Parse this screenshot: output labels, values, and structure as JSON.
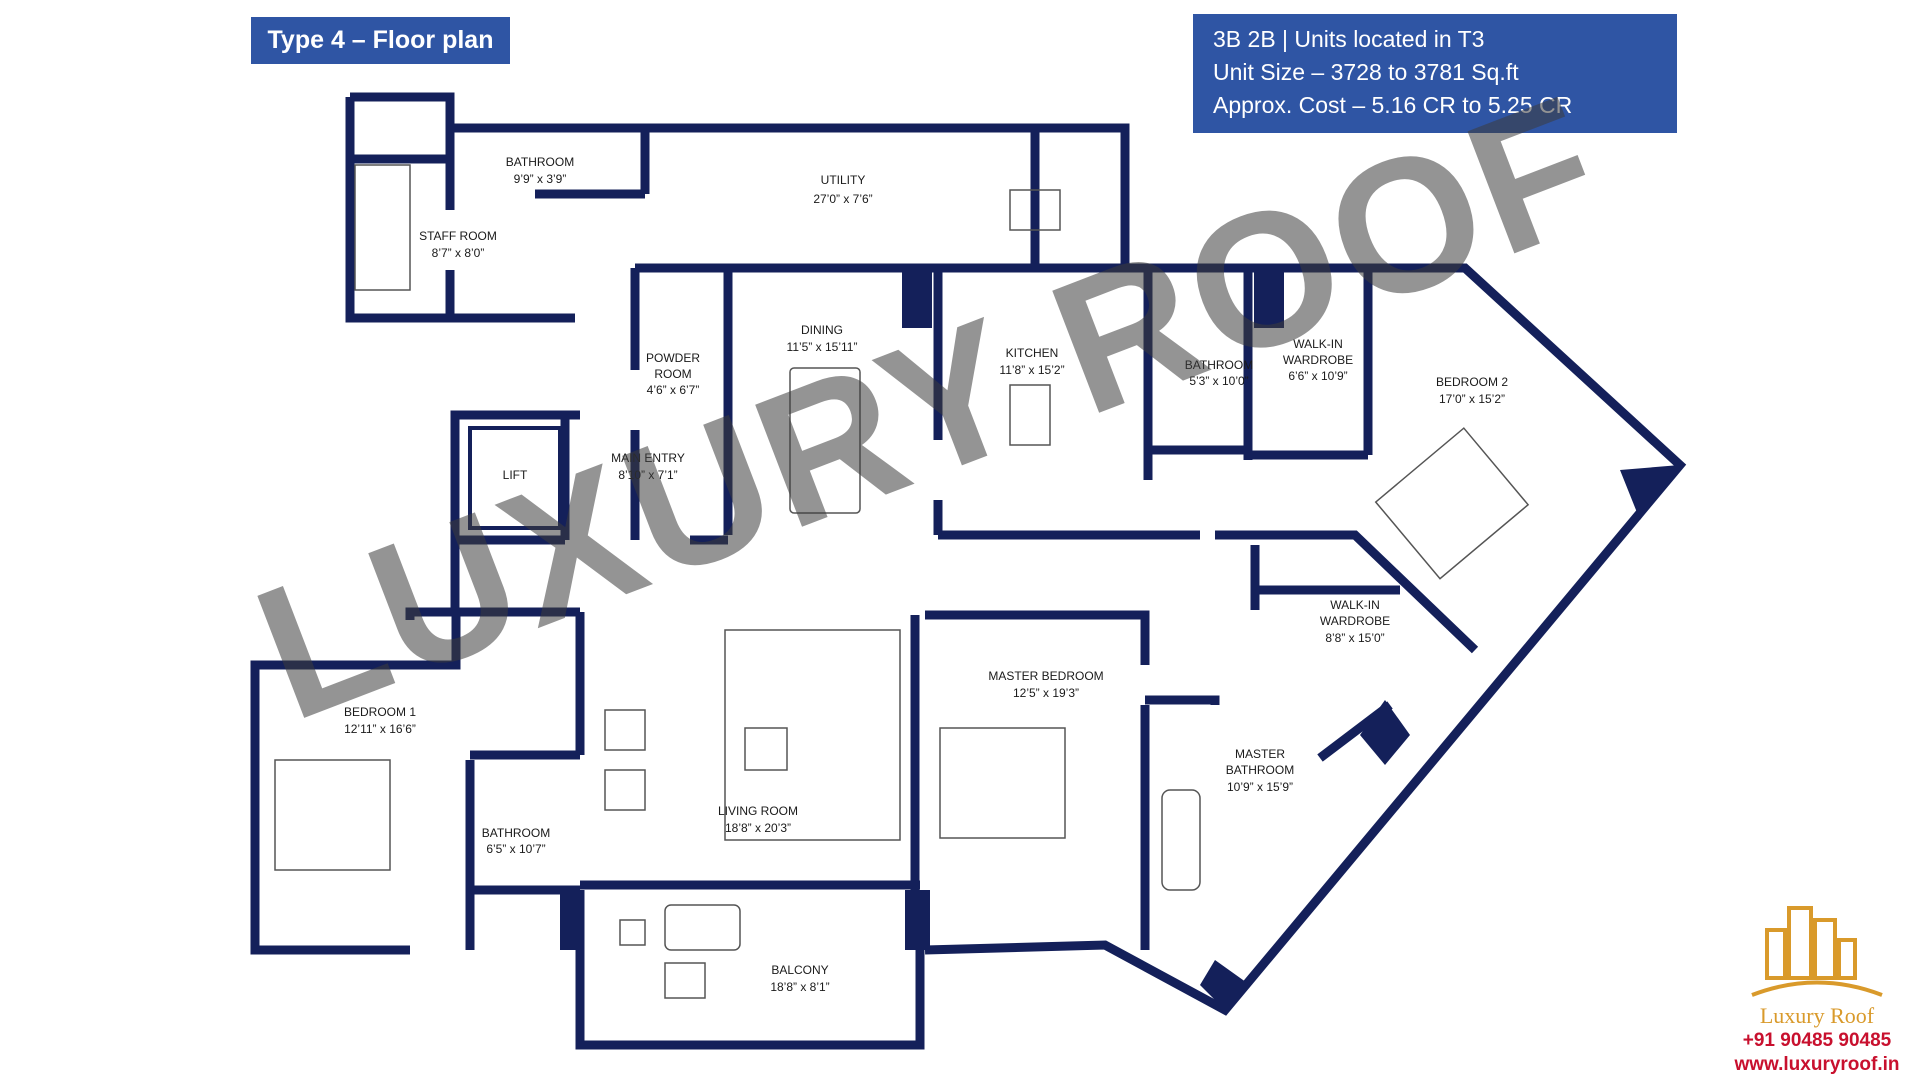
{
  "header": {
    "title": "Type 4 – Floor plan",
    "info_line1": "3B 2B |  Units located in T3",
    "info_line2": "Unit Size – 3728 to 3781 Sq.ft",
    "info_line3": "Approx. Cost – 5.16 CR to 5.25 CR"
  },
  "rooms": {
    "bathroom_staff": {
      "name": "BATHROOM",
      "size": "9’9” x 3’9”"
    },
    "utility": {
      "name": "UTILITY",
      "size": "27’0” x 7’6”"
    },
    "staff_room": {
      "name": "STAFF ROOM",
      "size": "8’7” x 8’0”"
    },
    "dining": {
      "name": "DINING",
      "size": "11’5” x 15’11”"
    },
    "kitchen": {
      "name": "KITCHEN",
      "size": "11’8” x 15’2”"
    },
    "powder_room": {
      "name1": "POWDER",
      "name2": "ROOM",
      "size": "4’6” x 6’7”"
    },
    "bathroom_2": {
      "name": "BATHROOM",
      "size": "5’3” x 10’0”"
    },
    "walkin_wardrobe_2": {
      "name1": "WALK-IN",
      "name2": "WARDROBE",
      "size": "6’6” x 10’9”"
    },
    "bedroom_2": {
      "name": "BEDROOM 2",
      "size": "17’0” x 15’2”"
    },
    "lift": {
      "name": "LIFT"
    },
    "main_entry": {
      "name": "MAIN ENTRY",
      "size": "8’10” x 7’1”"
    },
    "walkin_wardrobe_master": {
      "name1": "WALK-IN",
      "name2": "WARDROBE",
      "size": "8’8” x 15’0”"
    },
    "bedroom_1": {
      "name": "BEDROOM 1",
      "size": "12’11” x 16’6”"
    },
    "master_bedroom": {
      "name": "MASTER BEDROOM",
      "size": "12’5” x 19’3”"
    },
    "living_room": {
      "name": "LIVING ROOM",
      "size": "18’8” x 20’3”"
    },
    "master_bathroom": {
      "name1": "MASTER",
      "name2": "BATHROOM",
      "size": "10’9” x 15’9”"
    },
    "bathroom_1": {
      "name": "BATHROOM",
      "size": "6’5” x 10’7”"
    },
    "balcony": {
      "name": "BALCONY",
      "size": "18’8” x 8’1”"
    }
  },
  "watermark": "LUXURY ROOF",
  "logo": {
    "name": "Luxury Roof",
    "phone": "+91 90485 90485",
    "website": "www.luxuryroof.in"
  },
  "colors": {
    "wall": "#14205a",
    "badge": "#2f55a4",
    "logo_gold": "#d99a2b",
    "logo_red": "#c8102e"
  }
}
